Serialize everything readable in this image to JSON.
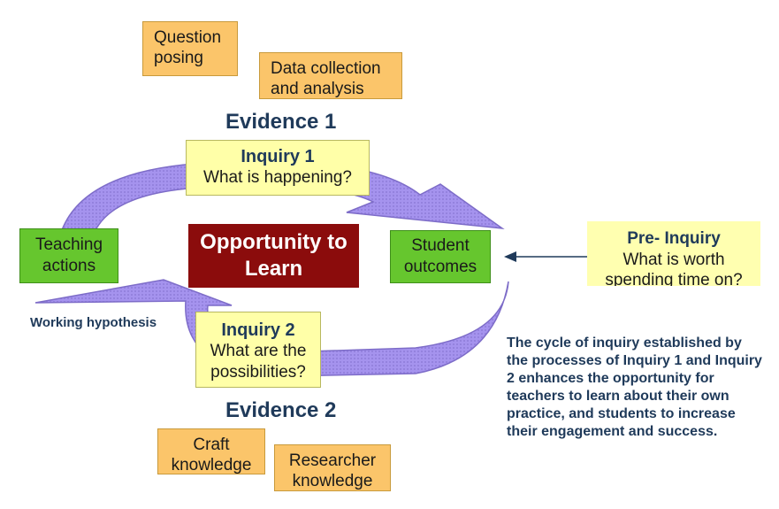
{
  "colors": {
    "cycle_arrow": "#9f8ee8",
    "cycle_arrow_edge": "#7d6cc8",
    "orange_box": "#fbc56a",
    "yellow_box": "#ffffa8",
    "green_box": "#66c62e",
    "center_box": "#8b0c0c",
    "heading_text": "#1f3a5a"
  },
  "top_notes": {
    "question_posing": "Question\nposing",
    "data_collection": "Data collection\nand analysis"
  },
  "evidence1": "Evidence 1",
  "inquiry1": {
    "title": "Inquiry 1",
    "question": "What is happening?"
  },
  "teaching_actions": "Teaching\nactions",
  "center": "Opportunity to\nLearn",
  "student_outcomes": "Student\noutcomes",
  "pre_inquiry": {
    "title": "Pre- Inquiry",
    "question": "What is worth\nspending time on?"
  },
  "working_hypothesis": "Working hypothesis",
  "inquiry2": {
    "title": "Inquiry 2",
    "question": "What are the\npossibilities?"
  },
  "evidence2": "Evidence 2",
  "bottom_notes": {
    "craft": "Craft\nknowledge",
    "researcher": "Researcher\nknowledge"
  },
  "caption": "The cycle of inquiry established by the processes of Inquiry 1 and Inquiry 2 enhances the opportunity for teachers to learn about their own practice, and students to increase their engagement and success."
}
